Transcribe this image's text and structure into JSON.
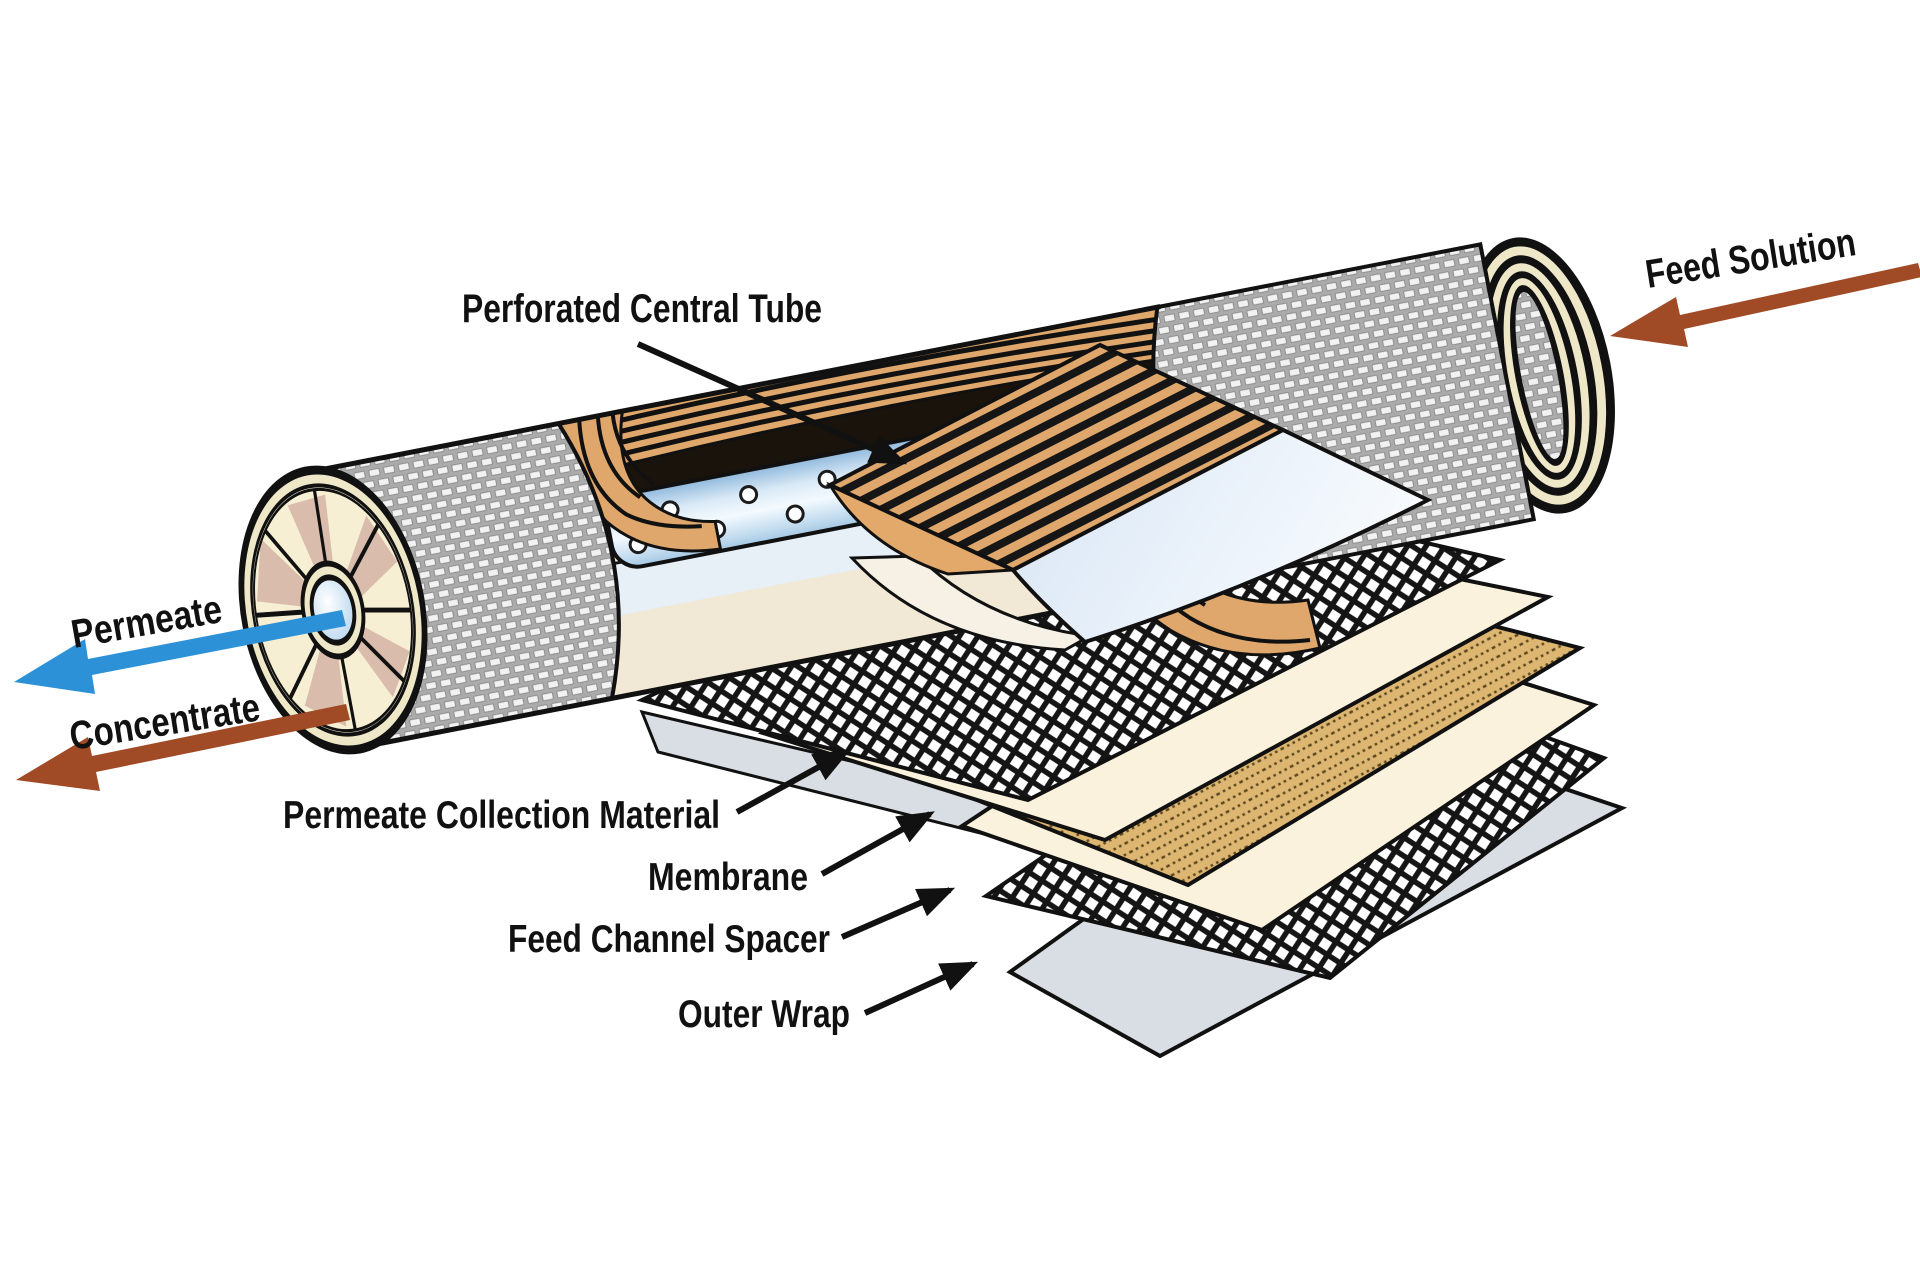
{
  "diagram": {
    "subject": "Spiral-wound membrane filtration element cutaway",
    "labels": {
      "perforated_central_tube": "Perforated Central Tube",
      "feed_solution": "Feed Solution",
      "permeate": "Permeate",
      "concentrate": "Concentrate",
      "permeate_collection_material": "Permeate Collection Material",
      "membrane": "Membrane",
      "feed_channel_spacer": "Feed Channel Spacer",
      "outer_wrap": "Outer Wrap"
    },
    "layer_stack_top_to_bottom": [
      "Feed Channel Spacer",
      "Membrane",
      "Permeate Collection Material",
      "Membrane",
      "Feed Channel Spacer",
      "Outer Wrap"
    ],
    "flows": [
      {
        "name": "Feed Solution",
        "direction": "into element (right end)",
        "arrow_color": "#A04A26"
      },
      {
        "name": "Permeate",
        "direction": "out of central tube (left end)",
        "arrow_color": "#2D91D8"
      },
      {
        "name": "Concentrate",
        "direction": "out of element (left end)",
        "arrow_color": "#A04A26"
      }
    ],
    "colors": {
      "background": "#FFFFFF",
      "line": "#111111",
      "tan_layer": "#DDB671",
      "spiral_tan": "#DFA76B",
      "cream_membrane": "#FAF2DC",
      "outer_wrap_gray": "#D9DEE4",
      "tube_blue": "#BFD9EE",
      "cap_cream": "#EFE8C8",
      "cap_pink": "#D9BCAC",
      "permeate_blue": "#2D91D8",
      "feed_brown": "#A04A26"
    }
  }
}
